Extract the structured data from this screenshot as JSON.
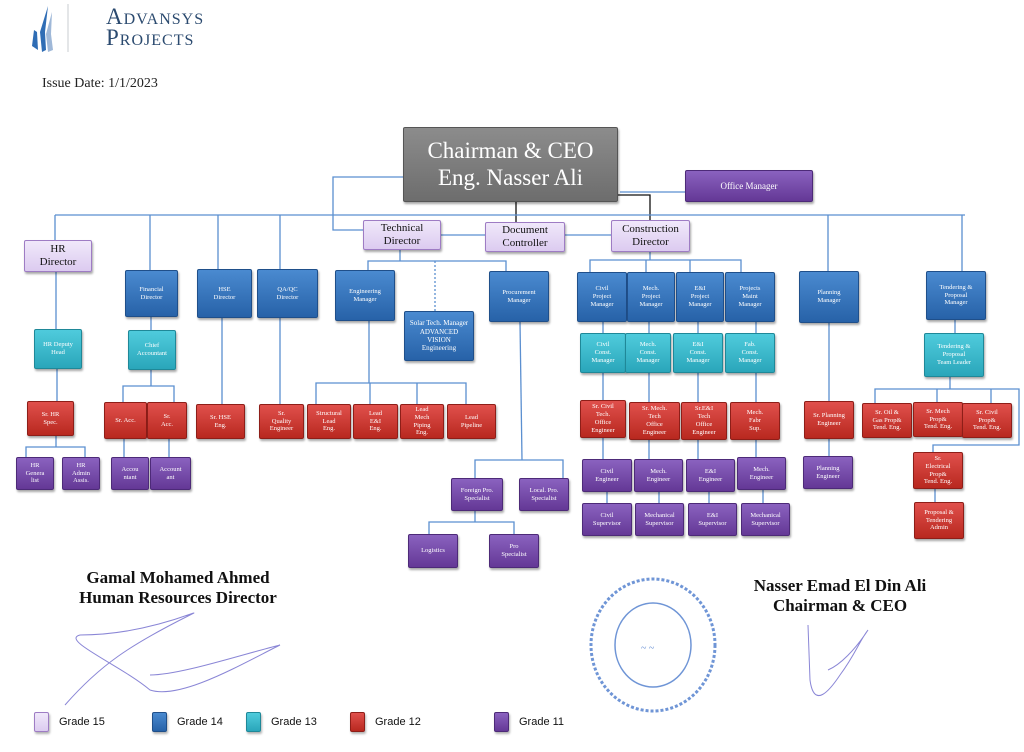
{
  "header": {
    "logo_line1": "Advansys",
    "logo_line2": "Projects",
    "issue_date": "Issue Date: 1/1/2023"
  },
  "grade_colors": {
    "grade15": "#e6d9f5",
    "grade14": "#2e6fba",
    "grade13": "#31b5c9",
    "grade12": "#c9302c",
    "grade11": "#6b3fa0",
    "ceo": "#7f7f7f"
  },
  "nodes": [
    {
      "id": "ceo",
      "text": "Chairman & CEO\nEng. Nasser Ali",
      "grade": "ceo"
    },
    {
      "id": "office-manager",
      "text": "Office Manager",
      "grade": "11"
    },
    {
      "id": "technical-director",
      "text": "Technical\nDirector",
      "grade": "15"
    },
    {
      "id": "document-controller",
      "text": "Document\nController",
      "grade": "15"
    },
    {
      "id": "construction-director",
      "text": "Construction\nDirector",
      "grade": "15"
    },
    {
      "id": "hr-director",
      "text": "HR\nDirector",
      "grade": "15"
    },
    {
      "id": "financial-director",
      "text": "Financial\nDirector",
      "grade": "14"
    },
    {
      "id": "hse-director",
      "text": "HSE\nDirector",
      "grade": "14"
    },
    {
      "id": "qaqc-director",
      "text": "QA/QC\nDirector",
      "grade": "14"
    },
    {
      "id": "engineering-manager",
      "text": "Engineering\nManager",
      "grade": "14"
    },
    {
      "id": "solar-tech-manager",
      "text": "Solar Tech. Manager\nADVANCED\nVISION\nEngineering",
      "grade": "14"
    },
    {
      "id": "procurement-manager",
      "text": "Procurement\nManager",
      "grade": "14"
    },
    {
      "id": "civil-project-manager",
      "text": "Civil\nProject\nManager",
      "grade": "14"
    },
    {
      "id": "mech-project-manager",
      "text": "Mech.\nProject\nManager",
      "grade": "14"
    },
    {
      "id": "ei-project-manager",
      "text": "E&I\nProject\nManager",
      "grade": "14"
    },
    {
      "id": "projects-maint-manager",
      "text": "Projects\nMaint\nManager",
      "grade": "14"
    },
    {
      "id": "planning-manager",
      "text": "Planning\nManager",
      "grade": "14"
    },
    {
      "id": "tendering-proposal-manager",
      "text": "Tendering &\nProposal\nManager",
      "grade": "14"
    },
    {
      "id": "hr-deputy-head",
      "text": "HR Deputy\nHead",
      "grade": "13"
    },
    {
      "id": "chief-accountant",
      "text": "Chief\nAccountant",
      "grade": "13"
    },
    {
      "id": "civil-const-manager",
      "text": "Civil\nConst.\nManager",
      "grade": "13"
    },
    {
      "id": "mech-const-manager",
      "text": "Mech.\nConst.\nManager",
      "grade": "13"
    },
    {
      "id": "ei-const-manager",
      "text": "E&I\nConst.\nManager",
      "grade": "13"
    },
    {
      "id": "fab-const-manager",
      "text": "Fab.\nConst.\nManager",
      "grade": "13"
    },
    {
      "id": "tendering-team-leader",
      "text": "Tendering &\nProposal\nTeam Leader",
      "grade": "13"
    },
    {
      "id": "sr-hr-spec",
      "text": "Sr. HR\nSpec.",
      "grade": "12"
    },
    {
      "id": "sr-acc-1",
      "text": "Sr. Acc.",
      "grade": "12"
    },
    {
      "id": "sr-acc-2",
      "text": "Sr.\nAcc.",
      "grade": "12"
    },
    {
      "id": "sr-hse-eng",
      "text": "Sr. HSE\nEng.",
      "grade": "12"
    },
    {
      "id": "sr-quality-engineer",
      "text": "Sr.\nQuality\nEngineer",
      "grade": "12"
    },
    {
      "id": "structural-lead-eng",
      "text": "Structural\nLead\nEng.",
      "grade": "12"
    },
    {
      "id": "lead-ei-eng",
      "text": "Lead\nE&I\nEng.",
      "grade": "12"
    },
    {
      "id": "lead-mech-piping-eng",
      "text": "Lead\nMech\nPiping\nEng.",
      "grade": "12"
    },
    {
      "id": "lead-pipeline",
      "text": "Lead\nPipeline",
      "grade": "12"
    },
    {
      "id": "sr-civil-tech-office-eng",
      "text": "Sr. Civil\nTech.\nOffice\nEngineer",
      "grade": "12"
    },
    {
      "id": "sr-mech-tech-office-eng",
      "text": "Sr. Mech.\nTech\nOffice\nEngineer",
      "grade": "12"
    },
    {
      "id": "sr-ei-tech-office-eng",
      "text": "Sr.E&I\nTech\nOffice\nEngineer",
      "grade": "12"
    },
    {
      "id": "mech-fabr-sup",
      "text": "Mech.\nFabr\nSup.",
      "grade": "12"
    },
    {
      "id": "sr-planning-engineer",
      "text": "Sr. Planning\nEngineer",
      "grade": "12"
    },
    {
      "id": "sr-oil-gas-prop-eng",
      "text": "Sr. Oil &\nGas Prop&\nTend. Eng.",
      "grade": "12"
    },
    {
      "id": "sr-mech-prop-eng",
      "text": "Sr. Mech\nProp&\nTend. Eng.",
      "grade": "12"
    },
    {
      "id": "sr-civil-prop-eng",
      "text": "Sr. Civil\nProp&\nTend. Eng.",
      "grade": "12"
    },
    {
      "id": "sr-electrical-prop-eng",
      "text": "Sr.\nElectrical\nProp&\nTend. Eng.",
      "grade": "12"
    },
    {
      "id": "proposal-tendering-admin",
      "text": "Proposal &\nTendering\nAdmin",
      "grade": "12"
    },
    {
      "id": "hr-generalist",
      "text": "HR\nGenera\nlist",
      "grade": "11"
    },
    {
      "id": "hr-admin-assis",
      "text": "HR\nAdmin\nAssis.",
      "grade": "11"
    },
    {
      "id": "accountant-1",
      "text": "Accou\nntant",
      "grade": "11"
    },
    {
      "id": "accountant-2",
      "text": "Account\nant",
      "grade": "11"
    },
    {
      "id": "foreign-pro-specialist",
      "text": "Foreign Pro.\nSpecialist",
      "grade": "11"
    },
    {
      "id": "local-pro-specialist",
      "text": "Local. Pro.\nSpecialist",
      "grade": "11"
    },
    {
      "id": "logistics",
      "text": "Logistics",
      "grade": "11"
    },
    {
      "id": "pro-specialist",
      "text": "Pro\nSpecialist",
      "grade": "11"
    },
    {
      "id": "civil-engineer",
      "text": "Civil\nEngineer",
      "grade": "11"
    },
    {
      "id": "mech-engineer-1",
      "text": "Mech.\nEngineer",
      "grade": "11"
    },
    {
      "id": "ei-engineer",
      "text": "E&I\nEngineer",
      "grade": "11"
    },
    {
      "id": "mech-engineer-2",
      "text": "Mech.\nEngineer",
      "grade": "11"
    },
    {
      "id": "civil-supervisor",
      "text": "Civil\nSupervisor",
      "grade": "11"
    },
    {
      "id": "mechanical-supervisor-1",
      "text": "Mechanical\nSupervisor",
      "grade": "11"
    },
    {
      "id": "ei-supervisor",
      "text": "E&I\nSupervisor",
      "grade": "11"
    },
    {
      "id": "mechanical-supervisor-2",
      "text": "Mechanical\nSupervisor",
      "grade": "11"
    },
    {
      "id": "planning-engineer",
      "text": "Planning\nEngineer",
      "grade": "11"
    }
  ],
  "signatures": {
    "left_name": "Gamal Mohamed Ahmed",
    "left_title": "Human Resources Director",
    "right_name": "Nasser  Emad El Din Ali",
    "right_title": "Chairman & CEO"
  },
  "legend": [
    {
      "label": "Grade 15",
      "grade": "15"
    },
    {
      "label": "Grade 14",
      "grade": "14"
    },
    {
      "label": "Grade 13",
      "grade": "13"
    },
    {
      "label": "Grade 12",
      "grade": "12"
    },
    {
      "label": "Grade 11",
      "grade": "11"
    }
  ]
}
